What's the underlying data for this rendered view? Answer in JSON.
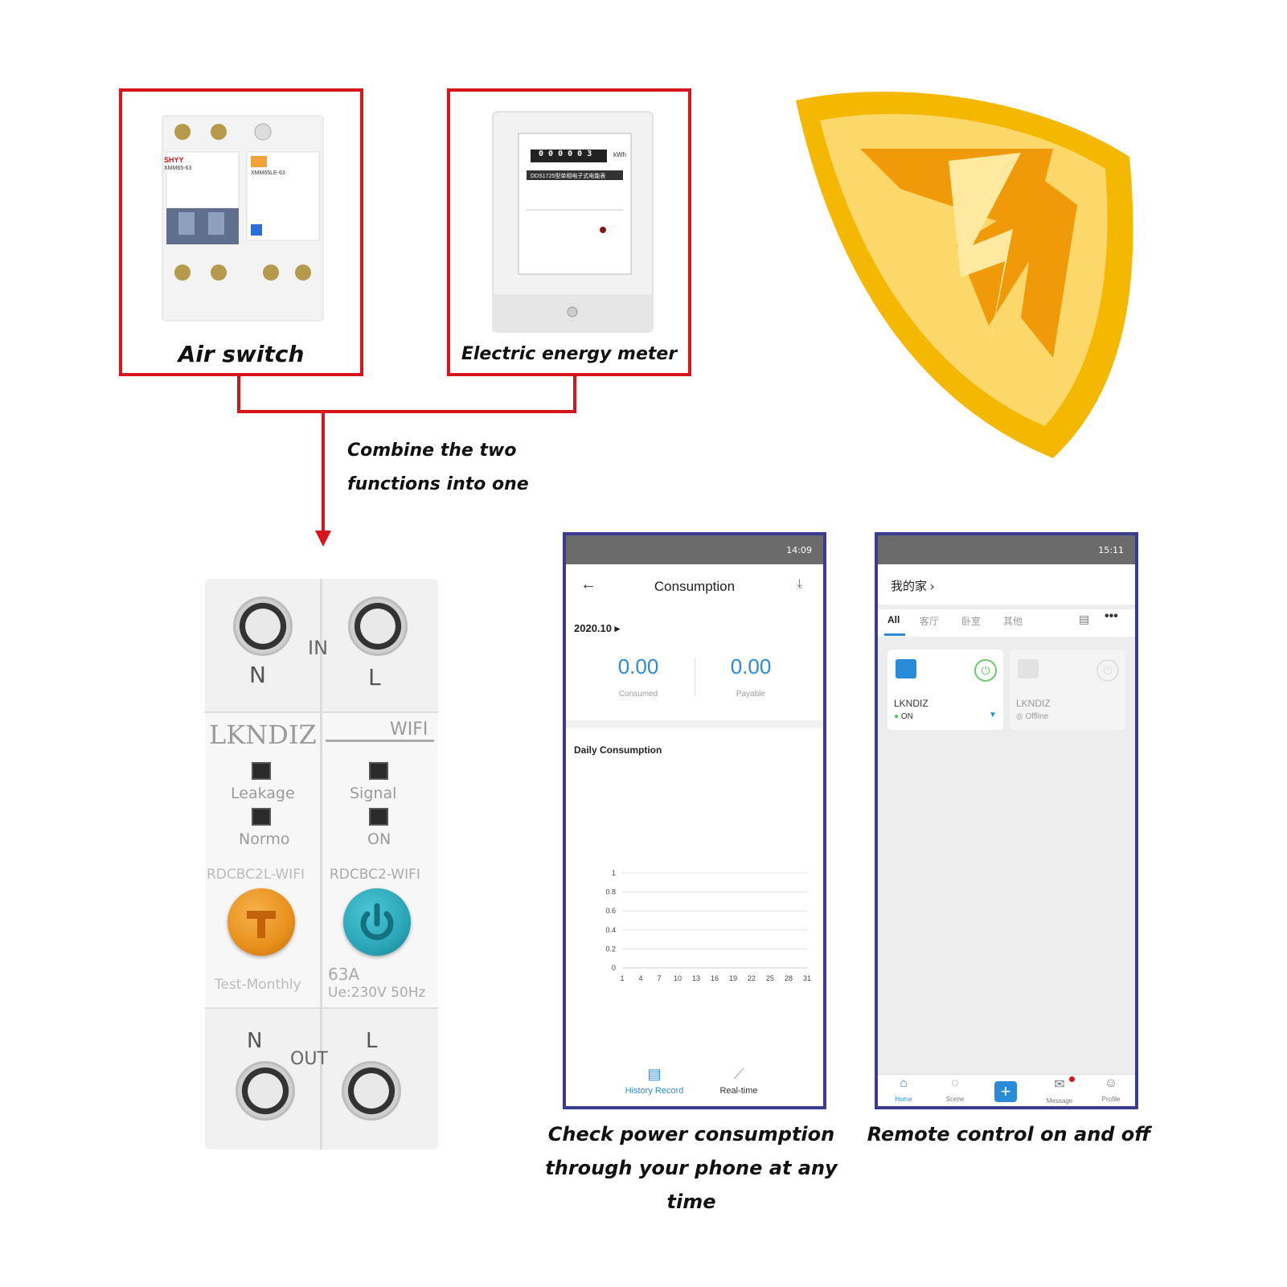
{
  "air_switch": {
    "label": "Air switch",
    "brand": "SHYY",
    "model1": "XMM65-63",
    "model2": "XMM65LE-63"
  },
  "meter": {
    "label": "Electric energy meter",
    "digits": "0 0 0 0 0 3",
    "unit": "kWh",
    "model": "DDS1725型单相电子式电能表"
  },
  "combine_text": [
    "Combine the two",
    "functions into one"
  ],
  "device": {
    "in_label": "IN",
    "out_label": "OUT",
    "n": "N",
    "l": "L",
    "brand": "LKNDIZ",
    "wifi": "WIFI",
    "leakage": "Leakage",
    "normo": "Normo",
    "signal": "Signal",
    "on": "ON",
    "model_left": "RDCBC2L-WIFI",
    "model_right": "RDCBC2-WIFI",
    "test_monthly": "Test-Monthly",
    "rating": "63A",
    "voltage": "Ue:230V 50Hz"
  },
  "phone1": {
    "time": "14:09",
    "title": "Consumption",
    "month": "2020.10",
    "consumed_value": "0.00",
    "consumed_label": "Consumed",
    "payable_value": "0.00",
    "payable_label": "Payable",
    "daily_title": "Daily Consumption",
    "tab_history": "History Record",
    "tab_realtime": "Real-time"
  },
  "chart_data": {
    "type": "line",
    "title": "Daily Consumption",
    "x": [
      1,
      4,
      7,
      10,
      13,
      16,
      19,
      22,
      25,
      28,
      31
    ],
    "yticks": [
      "0",
      "0.2",
      "0.4",
      "0.6",
      "0.8",
      "1"
    ],
    "ylim": [
      0,
      1
    ],
    "series": [
      {
        "values": [
          0,
          0,
          0,
          0,
          0,
          0,
          0,
          0,
          0,
          0,
          0
        ]
      }
    ],
    "grid": true
  },
  "phone2": {
    "time": "15:11",
    "home_title": "我的家",
    "tabs": [
      "All",
      "客厅",
      "卧室",
      "其他"
    ],
    "device1": {
      "name": "LKNDIZ",
      "status": "ON"
    },
    "device2": {
      "name": "LKNDIZ",
      "status": "Offline"
    },
    "nav": [
      "Home",
      "Scene",
      "Message",
      "Profile"
    ]
  },
  "captions": {
    "check": [
      "Check power consumption",
      "through your phone at any time"
    ],
    "remote": "Remote control on and off"
  },
  "colors": {
    "red": "#d8151b",
    "phone_border": "#3a3d8f",
    "accent_blue": "#2a8bd8",
    "shield": "#f5b800",
    "test_button": "#e8901c",
    "power_button": "#2aa6b8"
  }
}
